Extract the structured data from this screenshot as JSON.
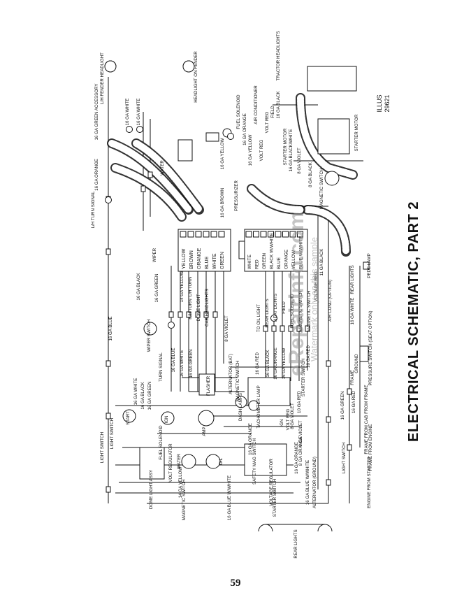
{
  "title": "ELECTRICAL SCHEMATIC, PART 2",
  "page_number": "59",
  "illus": {
    "label": "ILLUS",
    "number": "29621"
  },
  "watermark": {
    "main": "eRepairinfo.com",
    "sub": "Watermark only on this sample"
  },
  "colors": {
    "ink": "#111111",
    "paper": "#ffffff",
    "watermark": "#9a9a9a"
  },
  "left_connector_colors": [
    "YELLOW",
    "BROWN",
    "ORANGE",
    "BLUE",
    "WHITE",
    "GREEN"
  ],
  "right_connector_colors": [
    "WHITE",
    "RED",
    "GREEN",
    "BLACK W/WHITE",
    "BLUE",
    "ORANGE",
    "YELLOW",
    "BLUE W/WHITE"
  ],
  "wire_labels": [
    {
      "id": "lh_turn_signal",
      "text": "L/H TURN SIGNAL"
    },
    {
      "id": "ga16_orange_left",
      "text": "16 GA ORANGE"
    },
    {
      "id": "ga16_green_accessory",
      "text": "16 GA GREEN ACCESSORY"
    },
    {
      "id": "lh_fender_headlight",
      "text": "L/H FENDER HEADLIGHT"
    },
    {
      "id": "headlight_on_fender",
      "text": "HEADLIGHT ON FENDER"
    },
    {
      "id": "ga16_white_1",
      "text": "16 GA WHITE"
    },
    {
      "id": "ga16_white_2",
      "text": "16 GA WHITE"
    },
    {
      "id": "tractor_headlights",
      "text": "TRACTOR HEADLIGHTS"
    },
    {
      "id": "fuel_solenoid_top",
      "text": "FUEL SOLENOID"
    },
    {
      "id": "ga16_orange_top",
      "text": "16 GA ORANGE"
    },
    {
      "id": "ga16_yellow_top",
      "text": "16 GA YELLOW"
    },
    {
      "id": "air_cond",
      "text": "AIR CONDITIONER"
    },
    {
      "id": "volt_reg_a",
      "text": "VOLT REG"
    },
    {
      "id": "volt_reg_b",
      "text": "VOLT REG"
    },
    {
      "id": "field",
      "text": "FIELD"
    },
    {
      "id": "ga16_black_gnd",
      "text": "16 GA BLACK"
    },
    {
      "id": "starter_motor",
      "text": "STARTER MOTOR"
    },
    {
      "id": "ga16_black_white",
      "text": "16 GA BLACK/WHITE"
    },
    {
      "id": "ga8_violet",
      "text": "8 GA VIOLET"
    },
    {
      "id": "ga8_black",
      "text": "8 GA BLACK"
    },
    {
      "id": "magnetic_switch_top",
      "text": "MAGNETIC SWITCH"
    },
    {
      "id": "starter_motor_box",
      "text": "STARTER MOTOR"
    },
    {
      "id": "water_temp",
      "text": "WATER"
    },
    {
      "id": "pressurizer",
      "text": "PRESSURIZER"
    },
    {
      "id": "ga16_yellow_mid",
      "text": "16 GA YELLOW"
    },
    {
      "id": "ga16_brown",
      "text": "16 GA BROWN"
    },
    {
      "id": "lh_turn",
      "text": "L/H TURN"
    },
    {
      "id": "wiper",
      "text": "WIPER"
    },
    {
      "id": "ga16_black_wiper",
      "text": "16 GA BLACK"
    },
    {
      "id": "ga16_green_wiper",
      "text": "16 GA GREEN"
    },
    {
      "id": "ga16_blue_left",
      "text": "16 GA BLUE"
    },
    {
      "id": "light_switch_top",
      "text": "LIGHT SWITCH"
    },
    {
      "id": "ga14_yellow",
      "text": "14 GA YELLOW"
    },
    {
      "id": "rh_turn",
      "text": "R/H TURN"
    },
    {
      "id": "dome_light",
      "text": "DOME LIGHT"
    },
    {
      "id": "cab_headlights",
      "text": "CAB HEADLIGHTS"
    },
    {
      "id": "ga16_blue_mid",
      "text": "16 GA BLUE"
    },
    {
      "id": "ga16_white_mid",
      "text": "16 GA WHITE"
    },
    {
      "id": "ga16_green_mid",
      "text": "16 GA GREEN"
    },
    {
      "id": "ga8_violet_mid",
      "text": "8 GA VIOLET"
    },
    {
      "id": "ga16_red",
      "text": "16 GA RED"
    },
    {
      "id": "ga16_black_mid",
      "text": "16 GA BLACK"
    },
    {
      "id": "ga16_orange_mid",
      "text": "16 GA ORANGE"
    },
    {
      "id": "ga16_yellow_low",
      "text": "16 GA YELLOW"
    },
    {
      "id": "to_oil_light",
      "text": "TO OIL LIGHT"
    },
    {
      "id": "rear_lights_mid",
      "text": "REAR LIGHTS"
    },
    {
      "id": "heat_lights",
      "text": "HEAT LIGHTS"
    },
    {
      "id": "field_mid",
      "text": "FIELD"
    },
    {
      "id": "fuel_solenoid_mid",
      "text": "FUEL SOLENOID"
    },
    {
      "id": "magnetic_switch_mid",
      "text": "MAGNETIC SWITCH"
    },
    {
      "id": "magnetic_switch_2",
      "text": "MAGNETIC SWITCH"
    },
    {
      "id": "voltage_reg",
      "text": "VOLTAGE REG"
    },
    {
      "id": "ga11_black",
      "text": "11 GA BLACK"
    },
    {
      "id": "air_cond_option",
      "text": "AIR COND (OPTION)"
    },
    {
      "id": "rear_lights_right",
      "text": "REAR LIGHTS"
    },
    {
      "id": "ga16_white_right",
      "text": "16 GA WHITE"
    },
    {
      "id": "pede_lamp",
      "text": "PEDE LAMP"
    },
    {
      "id": "pressure_switch",
      "text": "PRESSURE SWITCH (SEAT OPTION)"
    },
    {
      "id": "ground",
      "text": "GROUND"
    },
    {
      "id": "frame",
      "text": "FRAME"
    },
    {
      "id": "ga16_green_right",
      "text": "16 GA GREEN"
    },
    {
      "id": "ga16_red_right",
      "text": "16 GA RED"
    },
    {
      "id": "cab_from_frame",
      "text": "FRAME FROM CAB FROM FRAME"
    },
    {
      "id": "frame_from_engine",
      "text": "FRAME FROM ENGINE"
    },
    {
      "id": "engine_from_starter",
      "text": "ENGINE FROM STARTER"
    },
    {
      "id": "light_switch_right",
      "text": "LIGHT SWITCH"
    },
    {
      "id": "ga10_red",
      "text": "10 GA RED"
    },
    {
      "id": "starter_switch_mid",
      "text": "STARTER SWITCH"
    },
    {
      "id": "ga10_red_2",
      "text": "10 GA RED"
    },
    {
      "id": "ga8_violet_low",
      "text": "8 GA VIOLET"
    },
    {
      "id": "alternator_bat",
      "text": "ALTERNATOR (BAT)"
    },
    {
      "id": "magnetic_switch_low",
      "text": "MAGNETIC SWITCH"
    },
    {
      "id": "tachometer_lamp",
      "text": "TACHOMETER LAMP"
    },
    {
      "id": "dash_lamps",
      "text": "DASH LAMPS"
    },
    {
      "id": "amp",
      "text": "AMP"
    },
    {
      "id": "ign",
      "text": "IGN"
    },
    {
      "id": "volt_reg_low",
      "text": "VOLT REG"
    },
    {
      "id": "ga8_violet_2",
      "text": "8 GA VIOLET"
    },
    {
      "id": "ga8_orange",
      "text": "8 GA ORANGE"
    },
    {
      "id": "ga16_orange_low",
      "text": "16 GA ORANGE"
    },
    {
      "id": "ga16_blue_white",
      "text": "16 GA BLUE W/WHITE"
    },
    {
      "id": "alternator_ground",
      "text": "ALTERNATOR (GROUND)"
    },
    {
      "id": "starter_switch_low",
      "text": "STARTER SWITCH"
    },
    {
      "id": "voltage_regulator",
      "text": "VOLTAGE REGULATOR"
    },
    {
      "id": "magnetic_switch_bottom",
      "text": "MAGNETIC SWITCH"
    },
    {
      "id": "ga14_yellow_low",
      "text": "14 GA YELLOW"
    },
    {
      "id": "ga16_blue_white_low",
      "text": "16 GA BLUE W/WHITE"
    },
    {
      "id": "safety_mag_switch",
      "text": "SAFETY MAG SWITCH"
    },
    {
      "id": "water_gauge",
      "text": "WATER"
    },
    {
      "id": "oil_gauge",
      "text": "OIL"
    },
    {
      "id": "fuel_solenoid_low",
      "text": "FUEL SOLENOID"
    },
    {
      "id": "ga16_orange_bottom",
      "text": "16 GA ORANGE"
    },
    {
      "id": "volt_regulator_box",
      "text": "VOLT REGULATOR"
    },
    {
      "id": "light_switch_left",
      "text": "LIGHT SWITCH"
    },
    {
      "id": "start",
      "text": "START"
    },
    {
      "id": "ign_left",
      "text": "IGN"
    },
    {
      "id": "ga16_white_left",
      "text": "16 GA WHITE"
    },
    {
      "id": "ga16_black_left",
      "text": "16 GA BLACK"
    },
    {
      "id": "ga16_green_left",
      "text": "16 GA GREEN"
    },
    {
      "id": "flasher",
      "text": "FLASHER"
    },
    {
      "id": "turn_signal",
      "text": "TURN SIGNAL"
    },
    {
      "id": "wiper_switch",
      "text": "WIPER SWITCH"
    },
    {
      "id": "dome_light_assy",
      "text": "DOME LIGHT ASSY"
    },
    {
      "id": "rear_lights_bottom",
      "text": "REAR LIGHTS"
    }
  ]
}
